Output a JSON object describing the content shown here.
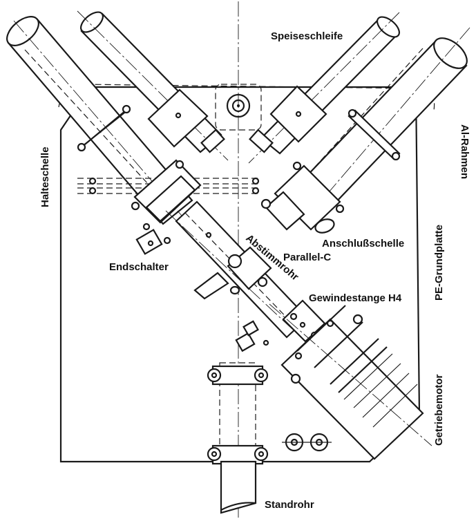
{
  "labels": {
    "speiseschleife": "Speiseschleife",
    "al_rahmen": "Al-Rahmen",
    "halteschelle": "Halteschelle",
    "anschlussschelle": "Anschlußschelle",
    "pe_grundplatte": "PE-Grundplatte",
    "abstimmrohr": "Abstimmrohr",
    "parallel_c": "Parallel-C",
    "endschalter": "Endschalter",
    "gewindestange": "Gewindestange  H4",
    "getriebemotor": "Getriebemotor",
    "standrohr": "Standrohr"
  }
}
